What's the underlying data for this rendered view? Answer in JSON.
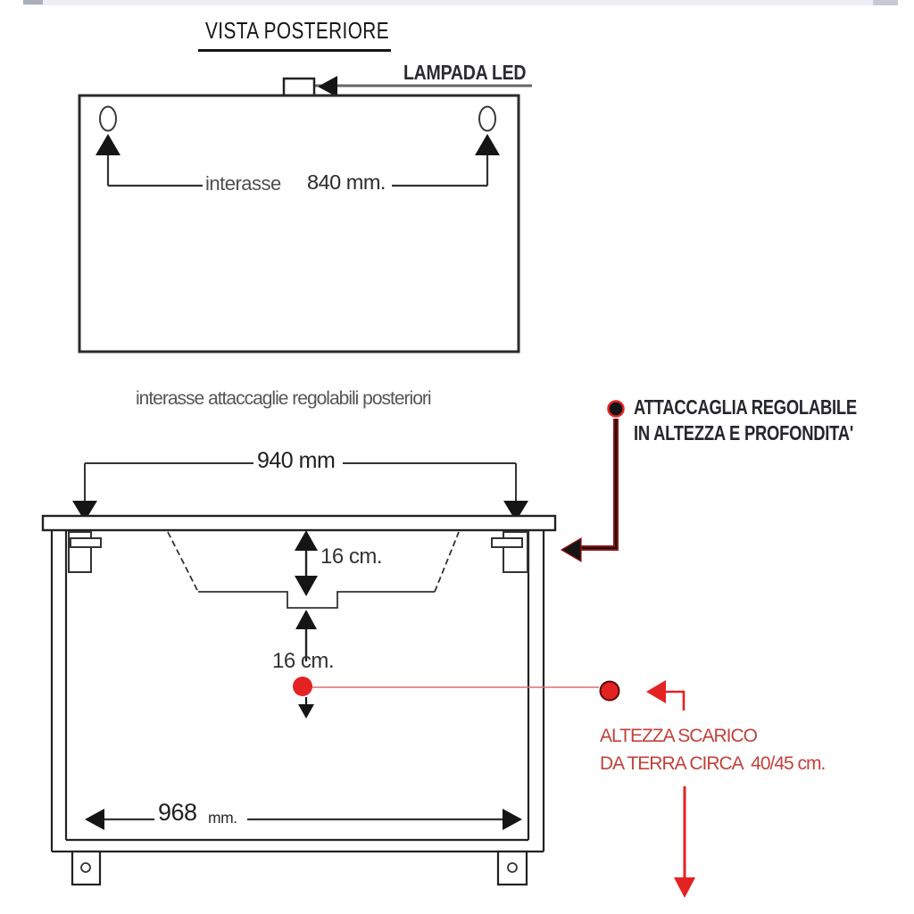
{
  "colors": {
    "line": "#222222",
    "black": "#151515",
    "red": "#e32222",
    "red_dark": "#a31313",
    "red_line": "#d97070",
    "red_text": "#c3403a",
    "gray_text": "#4f4f4f",
    "dark_text": "#26262e"
  },
  "top_view": {
    "title": "VISTA POSTERIORE",
    "led_label": "LAMPADA LED",
    "spacing_label": "interasse",
    "spacing_value": "840 mm."
  },
  "middle": {
    "caption": "interasse attaccaglie regolabili posteriori",
    "legend_title_line1": "ATTACCAGLIA REGOLABILE",
    "legend_title_line2": "IN ALTEZZA E PROFONDITA'"
  },
  "bottom_view": {
    "top_width": "940 mm",
    "basin_depth": "16 cm.",
    "drain_spacing": "16 cm.",
    "bottom_width_value": "968",
    "bottom_width_unit": "mm.",
    "drain_height_line1": "ALTEZZA SCARICO",
    "drain_height_line2": "DA TERRA CIRCA  40/45 cm."
  }
}
